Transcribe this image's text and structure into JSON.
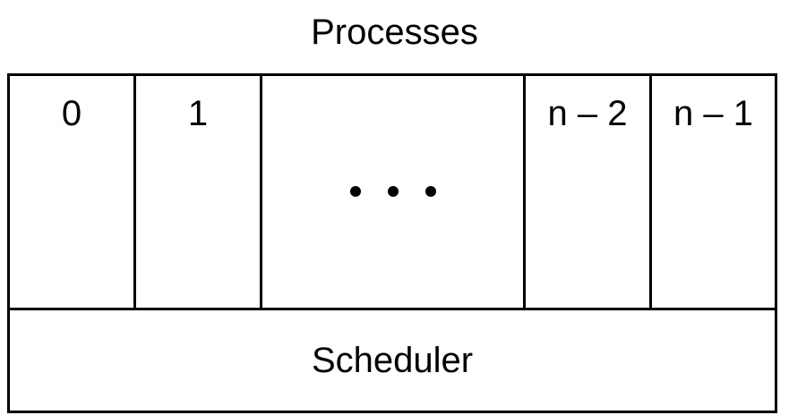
{
  "diagram": {
    "title": "Processes",
    "processes": [
      "0",
      "1",
      "",
      "n – 2",
      "n – 1"
    ],
    "ellipsis_count": 3,
    "scheduler_label": "Scheduler"
  }
}
